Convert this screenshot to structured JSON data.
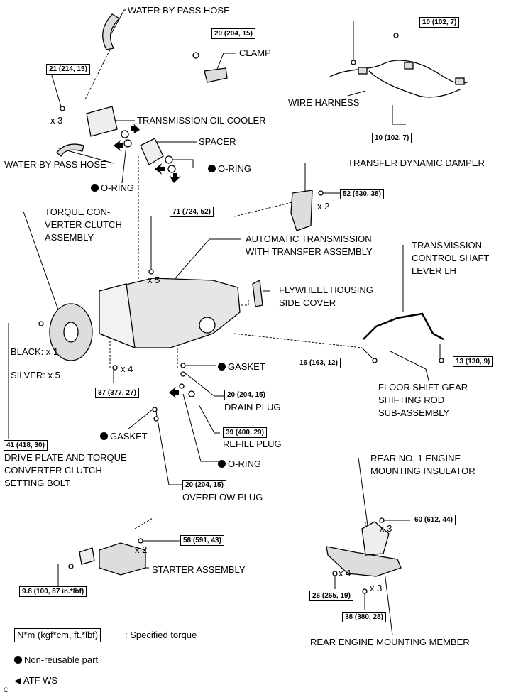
{
  "labels": {
    "water_bypass_hose_top": "WATER BY-PASS HOSE",
    "clamp": "CLAMP",
    "transmission_oil_cooler": "TRANSMISSION OIL COOLER",
    "spacer": "SPACER",
    "water_bypass_hose_bottom": "WATER BY-PASS HOSE",
    "o_ring_right": "O-RING",
    "o_ring_left": "O-RING",
    "wire_harness": "WIRE HARNESS",
    "transfer_dynamic_damper": "TRANSFER DYNAMIC DAMPER",
    "torque_converter": [
      "TORQUE CON-",
      "VERTER CLUTCH",
      "ASSEMBLY"
    ],
    "automatic_transmission": [
      "AUTOMATIC TRANSMISSION",
      "WITH TRANSFER ASSEMBLY"
    ],
    "transmission_control_shaft": [
      "TRANSMISSION",
      "CONTROL SHAFT",
      "LEVER LH"
    ],
    "flywheel_housing": [
      "FLYWHEEL HOUSING",
      "SIDE COVER"
    ],
    "black_count": "BLACK: x 1",
    "silver_count": "SILVER: x 5",
    "gasket_right": "GASKET",
    "drain_plug": "DRAIN PLUG",
    "floor_shift": [
      "FLOOR SHIFT GEAR",
      "SHIFTING ROD",
      "SUB-ASSEMBLY"
    ],
    "gasket_left": "GASKET",
    "refill_plug": "REFILL PLUG",
    "drive_plate_bolt": [
      "DRIVE PLATE AND TORQUE",
      "CONVERTER CLUTCH",
      "SETTING BOLT"
    ],
    "o_ring_bottom": "O-RING",
    "overflow_plug": "OVERFLOW PLUG",
    "rear_insulator": [
      "REAR NO. 1 ENGINE",
      "MOUNTING INSULATOR"
    ],
    "starter_assembly": "STARTER ASSEMBLY",
    "rear_member": "REAR ENGINE MOUNTING MEMBER"
  },
  "torques": {
    "t_20_clamp": "20 (204, 15)",
    "t_21": "21 (214, 15)",
    "t_10_top": "10 (102, 7)",
    "t_10_bottom": "10 (102, 7)",
    "t_52": "52 (530, 38)",
    "t_71": "71 (724, 52)",
    "t_16": "16 (163, 12)",
    "t_13": "13 (130, 9)",
    "t_37": "37 (377, 27)",
    "t_20_drain": "20 (204, 15)",
    "t_39": "39 (400, 29)",
    "t_41": "41 (418, 30)",
    "t_20_overflow": "20 (204, 15)",
    "t_60": "60 (612, 44)",
    "t_58": "58 (591, 43)",
    "t_26": "26 (265, 19)",
    "t_38": "38 (380, 28)",
    "t_9_8": "9.8 (100, 87 in.*lbf)"
  },
  "counts": {
    "x3_cooler": "x 3",
    "x2_damper": "x 2",
    "x5_trans": "x 5",
    "x4_bolts": "x 4",
    "x3_insulator": "x 3",
    "x2_starter": "x 2",
    "x4_member": "x 4",
    "x3_member": "x 3"
  },
  "legend": {
    "unit_box": "N*m (kgf*cm, ft.*lbf)",
    "unit_text": ": Specified torque",
    "non_reusable": "Non-reusable part",
    "atf": "ATF WS",
    "corner": "C"
  }
}
